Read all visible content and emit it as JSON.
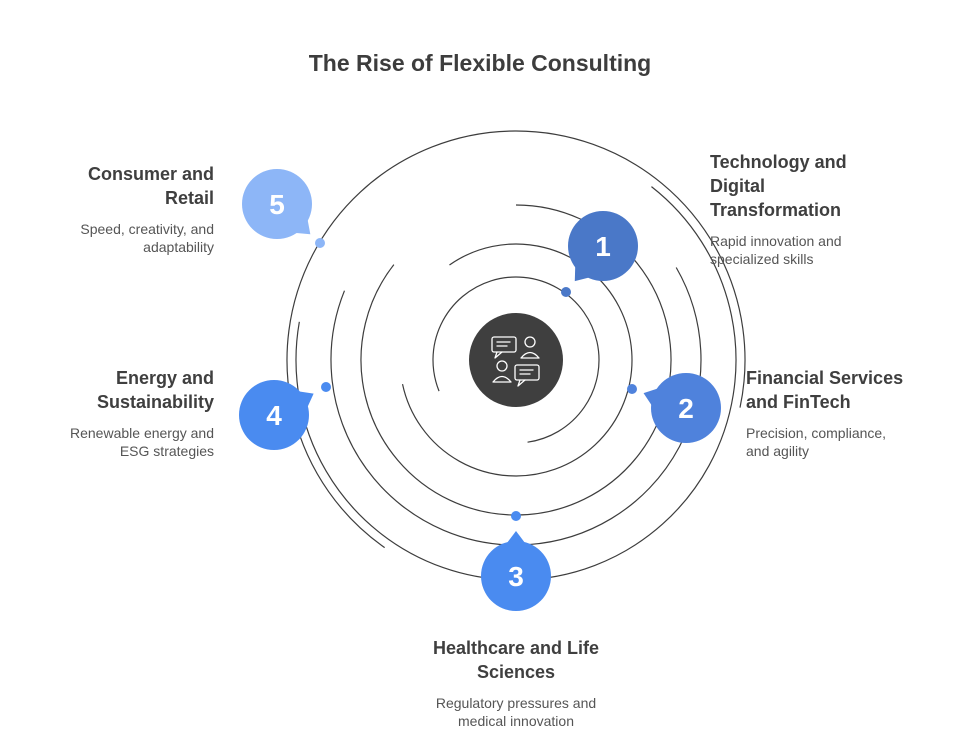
{
  "title": "The Rise of Flexible Consulting",
  "colors": {
    "ring": "#3d3d3d",
    "hub": "#3f3f3f",
    "hub_icon": "#ffffff",
    "segment_1": "#4a78c8",
    "segment_2": "#4f82dc",
    "segment_3": "#4a8bf0",
    "segment_4": "#4a8bf0",
    "segment_5": "#8db6f7"
  },
  "hub_icon": "consulting-conversation-icon",
  "segments": [
    {
      "number": "1",
      "heading": "Technology and\nDigital\nTransformation",
      "description": "Rapid innovation and\nspecialized skills"
    },
    {
      "number": "2",
      "heading": "Financial Services\nand FinTech",
      "description": "Precision, compliance,\nand agility"
    },
    {
      "number": "3",
      "heading": "Healthcare and Life\nSciences",
      "description": "Regulatory pressures and\nmedical innovation"
    },
    {
      "number": "4",
      "heading": "Energy and\nSustainability",
      "description": "Renewable energy and\nESG strategies"
    },
    {
      "number": "5",
      "heading": "Consumer and\nRetail",
      "description": "Speed, creativity, and\nadaptability"
    }
  ]
}
